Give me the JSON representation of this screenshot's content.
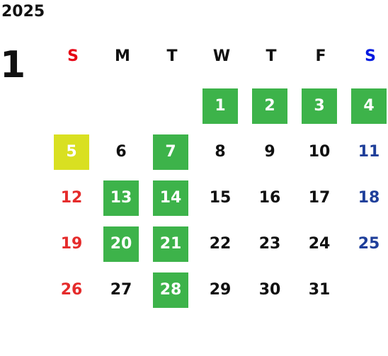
{
  "year": "2025",
  "month": "1",
  "colors": {
    "text": "#111111",
    "sunday_header": "#e60012",
    "saturday_header": "#0018e0",
    "sunday": "#e52b2b",
    "saturday": "#1f3f9a",
    "highlight_green": "#3db34a",
    "highlight_yellow": "#d9e021",
    "highlight_text": "#ffffff"
  },
  "weekdays": [
    {
      "label": "S",
      "kind": "sun"
    },
    {
      "label": "M",
      "kind": "week"
    },
    {
      "label": "T",
      "kind": "week"
    },
    {
      "label": "W",
      "kind": "week"
    },
    {
      "label": "T",
      "kind": "week"
    },
    {
      "label": "F",
      "kind": "week"
    },
    {
      "label": "S",
      "kind": "sat"
    }
  ],
  "first_weekday": 3,
  "days": [
    {
      "d": "1",
      "hl": "green"
    },
    {
      "d": "2",
      "hl": "green"
    },
    {
      "d": "3",
      "hl": "green"
    },
    {
      "d": "4",
      "hl": "green"
    },
    {
      "d": "5",
      "hl": "yellow"
    },
    {
      "d": "6",
      "hl": ""
    },
    {
      "d": "7",
      "hl": "green"
    },
    {
      "d": "8",
      "hl": ""
    },
    {
      "d": "9",
      "hl": ""
    },
    {
      "d": "10",
      "hl": ""
    },
    {
      "d": "11",
      "hl": ""
    },
    {
      "d": "12",
      "hl": ""
    },
    {
      "d": "13",
      "hl": "green"
    },
    {
      "d": "14",
      "hl": "green"
    },
    {
      "d": "15",
      "hl": ""
    },
    {
      "d": "16",
      "hl": ""
    },
    {
      "d": "17",
      "hl": ""
    },
    {
      "d": "18",
      "hl": ""
    },
    {
      "d": "19",
      "hl": ""
    },
    {
      "d": "20",
      "hl": "green"
    },
    {
      "d": "21",
      "hl": "green"
    },
    {
      "d": "22",
      "hl": ""
    },
    {
      "d": "23",
      "hl": ""
    },
    {
      "d": "24",
      "hl": ""
    },
    {
      "d": "25",
      "hl": ""
    },
    {
      "d": "26",
      "hl": ""
    },
    {
      "d": "27",
      "hl": ""
    },
    {
      "d": "28",
      "hl": "green"
    },
    {
      "d": "29",
      "hl": ""
    },
    {
      "d": "30",
      "hl": ""
    },
    {
      "d": "31",
      "hl": ""
    }
  ]
}
